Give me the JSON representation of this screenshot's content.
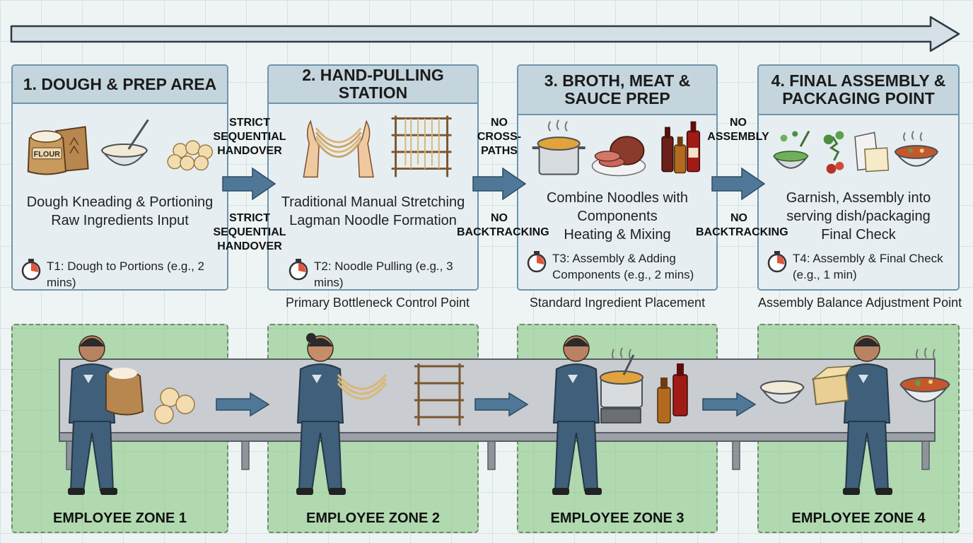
{
  "stations": [
    {
      "title": "1. DOUGH & PREP AREA",
      "description": [
        "Dough Kneading & Portioning",
        "Raw Ingredients Input"
      ],
      "time": [
        "T1: Dough to Portions (e.g., 2 mins)"
      ],
      "caption": "",
      "icon_text": "FLOUR",
      "icons": [
        "flour-sack-icon",
        "mixing-bowl-icon",
        "dough-balls-icon"
      ]
    },
    {
      "title": "2. HAND-PULLING STATION",
      "description": [
        "Traditional Manual Stretching",
        "Lagman Noodle Formation"
      ],
      "time": [
        "T2: Noodle Pulling (e.g., 3 mins)"
      ],
      "caption": "Primary Bottleneck Control Point",
      "icons": [
        "hands-pulling-noodles-icon",
        "noodle-drying-rack-icon"
      ]
    },
    {
      "title": [
        "3. BROTH, MEAT &",
        "SAUCE PREP"
      ],
      "description": [
        "Combine Noodles with",
        "Components",
        "Heating & Mixing"
      ],
      "time": [
        "T3: Assembly & Adding",
        "Components (e.g., 2 mins)"
      ],
      "caption": "Standard Ingredient Placement",
      "icons": [
        "broth-pot-icon",
        "sliced-meat-icon",
        "sauce-bottles-icon"
      ]
    },
    {
      "title": [
        "4. FINAL ASSEMBLY &",
        "PACKAGING POINT"
      ],
      "description": [
        "Garnish, Assembly into",
        "serving dish/packaging",
        "Final Check"
      ],
      "time": [
        "T4: Assembly & Final Check",
        "(e.g., 1 min)"
      ],
      "caption": "Assembly Balance Adjustment Point",
      "icons": [
        "salad-bowl-icon",
        "herbs-icon",
        "packaging-box-icon",
        "noodle-bowl-icon"
      ]
    }
  ],
  "handovers": [
    {
      "top": [
        "STRICT",
        "SEQUENTIAL",
        "HANDOVER"
      ],
      "bottom": [
        "STRICT",
        "SEQUENTIAL",
        "HANDOVER"
      ]
    },
    {
      "top": [
        "NO",
        "CROSS-",
        "PATHS"
      ],
      "bottom": [
        "NO",
        "BACKTRACKING"
      ]
    },
    {
      "top": [
        "NO",
        "ASSEMBLY"
      ],
      "bottom": [
        "NO",
        "BACKTRACKING"
      ]
    }
  ],
  "zones": [
    "EMPLOYEE ZONE 1",
    "EMPLOYEE ZONE 2",
    "EMPLOYEE ZONE 3",
    "EMPLOYEE ZONE 4"
  ],
  "colors": {
    "card_border": "#6f95ad",
    "card_header": "#c4d5dd",
    "arrow_blue": "#4f7898",
    "zone_green": "#8cc680",
    "counter_grey": "#c9ccd0",
    "uniform": "#3f5f7a"
  }
}
